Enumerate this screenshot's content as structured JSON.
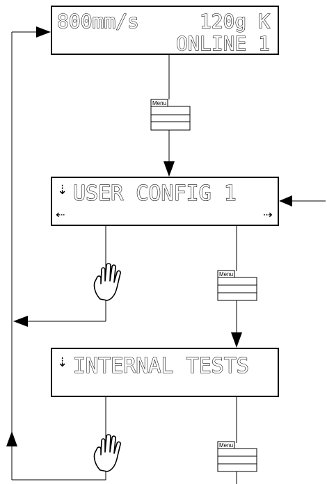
{
  "screens": {
    "online": {
      "line1_left": "800mm/s",
      "line1_right": "120g K",
      "line2": "ONLINE 1"
    },
    "user_config": {
      "line1": "USER CONFIG 1",
      "left_arrow": "⇠",
      "right_arrow": "⇢",
      "down_arrow": "⇣"
    },
    "internal_tests": {
      "line1": "INTERNAL TESTS",
      "down_arrow": "⇣"
    }
  },
  "menu_key": {
    "label": "Menu"
  },
  "icons": {
    "hand": "hand-icon"
  },
  "colors": {
    "line": "#000000",
    "lcd_bg": "#ffffff"
  }
}
